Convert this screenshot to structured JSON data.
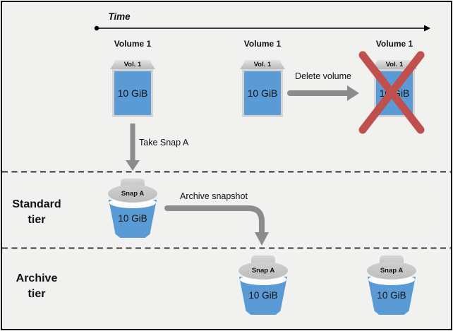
{
  "frame": {
    "background": "#F1F1EF",
    "border_color": "#000000"
  },
  "timeline": {
    "label": "Time"
  },
  "tiers": {
    "standard": {
      "line1": "Standard",
      "line2": "tier"
    },
    "archive": {
      "line1": "Archive",
      "line2": "tier"
    }
  },
  "actions": {
    "take_snapshot": "Take Snap A",
    "delete_volume": "Delete volume",
    "archive_snapshot": "Archive snapshot"
  },
  "volumes": [
    {
      "title": "Volume 1",
      "cap_label": "Vol. 1",
      "size": "10 GiB",
      "status": "active"
    },
    {
      "title": "Volume 1",
      "cap_label": "Vol. 1",
      "size": "10 GiB",
      "status": "active"
    },
    {
      "title": "Volume 1",
      "cap_label": "Vol. 1",
      "size": "10 GiB",
      "status": "deleted"
    }
  ],
  "snapshots": [
    {
      "label": "Snap A",
      "size": "10 GiB",
      "tier": "standard"
    },
    {
      "label": "Snap A",
      "size": "10 GiB",
      "tier": "archive"
    },
    {
      "label": "Snap A",
      "size": "10 GiB",
      "tier": "archive"
    }
  ],
  "colors": {
    "volume_fill": "#5B9BD5",
    "icon_gray": "#C6C6C6",
    "arrow_gray": "#8C8C8C",
    "delete_x_red": "#C0504D",
    "axis_black": "#000000"
  }
}
